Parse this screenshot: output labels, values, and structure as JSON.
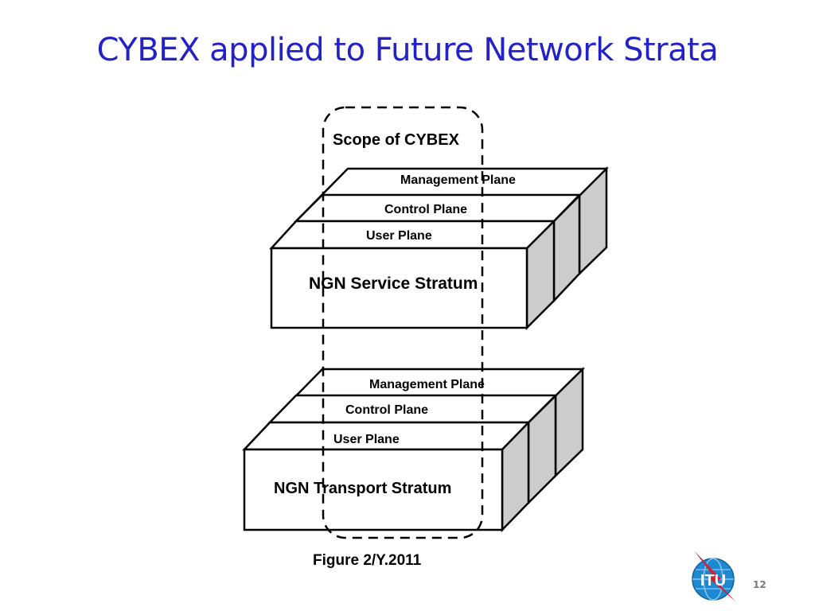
{
  "slide": {
    "title": "CYBEX applied to Future Network Strata",
    "page_number": "12",
    "logo_text": "ITU"
  },
  "diagram": {
    "scope_label": "Scope of CYBEX",
    "caption": "Figure 2/Y.2011",
    "service_stratum": {
      "name": "NGN Service Stratum",
      "planes": {
        "management": "Management Plane",
        "control": "Control Plane",
        "user": "User Plane"
      }
    },
    "transport_stratum": {
      "name": "NGN Transport Stratum",
      "planes": {
        "management": "Management Plane",
        "control": "Control Plane",
        "user": "User Plane"
      }
    }
  },
  "colors": {
    "title": "#2222c8",
    "side_face": "#cccccc",
    "outline": "#000000",
    "logo_blue": "#1e88d0",
    "logo_red": "#cc2233"
  },
  "icons": {
    "logo": "itu-logo"
  }
}
